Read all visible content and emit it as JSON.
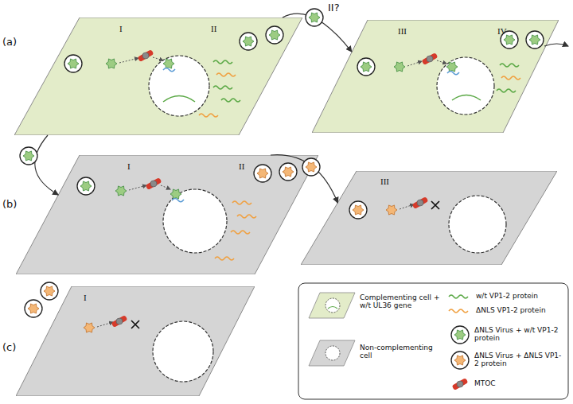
{
  "diagram": {
    "nodes": [
      {
        "text": [
          "I",
          "II"
        ]
      },
      {
        "text": [
          "III",
          "IV"
        ]
      },
      {
        "text": [
          "I",
          "II"
        ]
      },
      {
        "text": [
          "III"
        ]
      },
      {
        "text": [
          "I"
        ]
      }
    ],
    "edges": [
      {
        "from": 0,
        "to": 1,
        "arrow": "to"
      },
      {
        "from": 0,
        "to": 2,
        "arrow": "to"
      },
      {
        "from": 2,
        "to": 3,
        "arrow": "to"
      }
    ],
    "labels": [
      "(a)",
      "II?",
      "(b)",
      "(c)"
    ],
    "legend": [
      {
        "text": "Complementing cell + w/t UL36 gene"
      },
      {
        "text": "Non-complementing cell"
      },
      {
        "text": "w/t VP1-2 protein"
      },
      {
        "text": "ΔNLS VP1-2 protein"
      },
      {
        "text": "ΔNLS Virus + w/t VP1-2 protein"
      },
      {
        "text": "ΔNLS Virus + ΔNLS VP1-2 protein"
      },
      {
        "text": "MTOC"
      }
    ]
  }
}
